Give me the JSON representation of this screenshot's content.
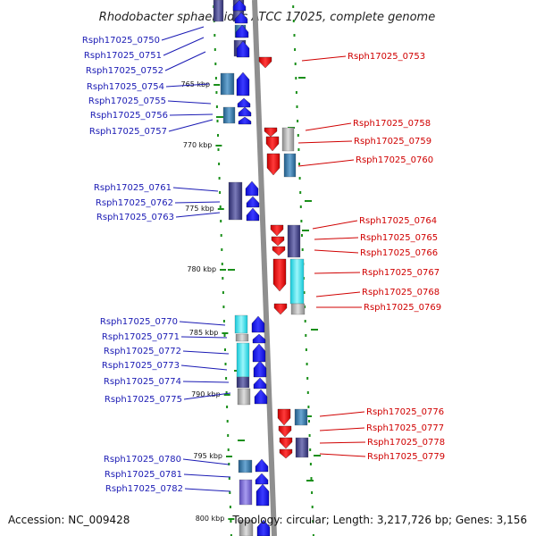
{
  "title": "Rhodobacter sphaeroides ATCC 17025, complete genome",
  "footer": {
    "accession": "Accession: NC_009428",
    "topology": "Topology: circular; Length: 3,217,726 bp; Genes: 3,156"
  },
  "colors": {
    "left_label": "#1a1ab4",
    "right_label": "#d00000",
    "arrow_blue": "#1010ee",
    "arrow_red": "#ee1010",
    "backbone": "#8f8f8f",
    "dots": "#1a8f1a"
  },
  "ticks": [
    "765 kbp",
    "770 kbp",
    "775 kbp",
    "780 kbp",
    "785 kbp",
    "790 kbp",
    "795 kbp",
    "800 kbp"
  ],
  "left_labels": [
    "Rsph17025_0750",
    "Rsph17025_0751",
    "Rsph17025_0752",
    "Rsph17025_0754",
    "Rsph17025_0755",
    "Rsph17025_0756",
    "Rsph17025_0757",
    "Rsph17025_0761",
    "Rsph17025_0762",
    "Rsph17025_0763",
    "Rsph17025_0770",
    "Rsph17025_0771",
    "Rsph17025_0772",
    "Rsph17025_0773",
    "Rsph17025_0774",
    "Rsph17025_0775",
    "Rsph17025_0780",
    "Rsph17025_0781",
    "Rsph17025_0782"
  ],
  "right_labels": [
    "Rsph17025_0753",
    "Rsph17025_0758",
    "Rsph17025_0759",
    "Rsph17025_0760",
    "Rsph17025_0764",
    "Rsph17025_0765",
    "Rsph17025_0766",
    "Rsph17025_0767",
    "Rsph17025_0768",
    "Rsph17025_0769",
    "Rsph17025_0776",
    "Rsph17025_0777",
    "Rsph17025_0778",
    "Rsph17025_0779"
  ]
}
